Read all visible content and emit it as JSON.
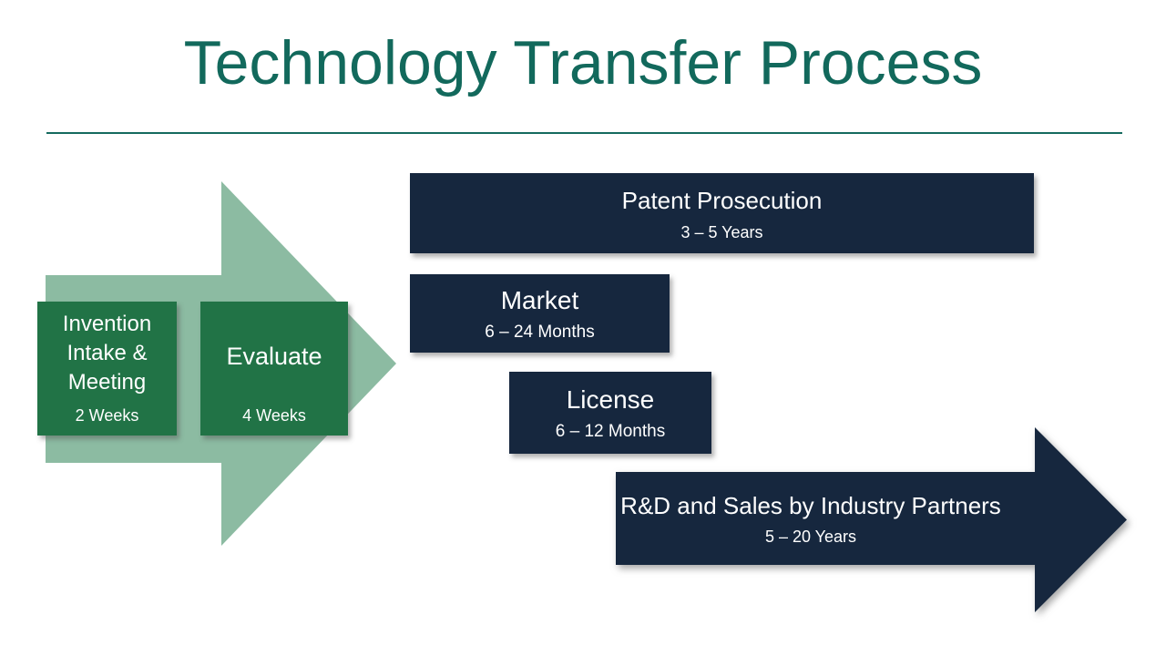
{
  "title": "Technology Transfer Process",
  "steps": {
    "invention": {
      "label": "Invention Intake & Meeting",
      "duration": "2 Weeks"
    },
    "evaluate": {
      "label": "Evaluate",
      "duration": "4 Weeks"
    },
    "patent": {
      "label": "Patent Prosecution",
      "duration": "3 – 5 Years"
    },
    "market": {
      "label": "Market",
      "duration": "6 – 24 Months"
    },
    "license": {
      "label": "License",
      "duration": "6 – 12 Months"
    },
    "rd_sales": {
      "label": "R&D and Sales by Industry Partners",
      "duration": "5 – 20 Years"
    }
  },
  "colors": {
    "title_teal": "#12695C",
    "divider_teal": "#156A5E",
    "sage_green": "#8CBBA2",
    "step_green": "#217346",
    "step_navy": "#16273E",
    "text_white": "#FFFFFF",
    "background": "#FFFFFF"
  }
}
